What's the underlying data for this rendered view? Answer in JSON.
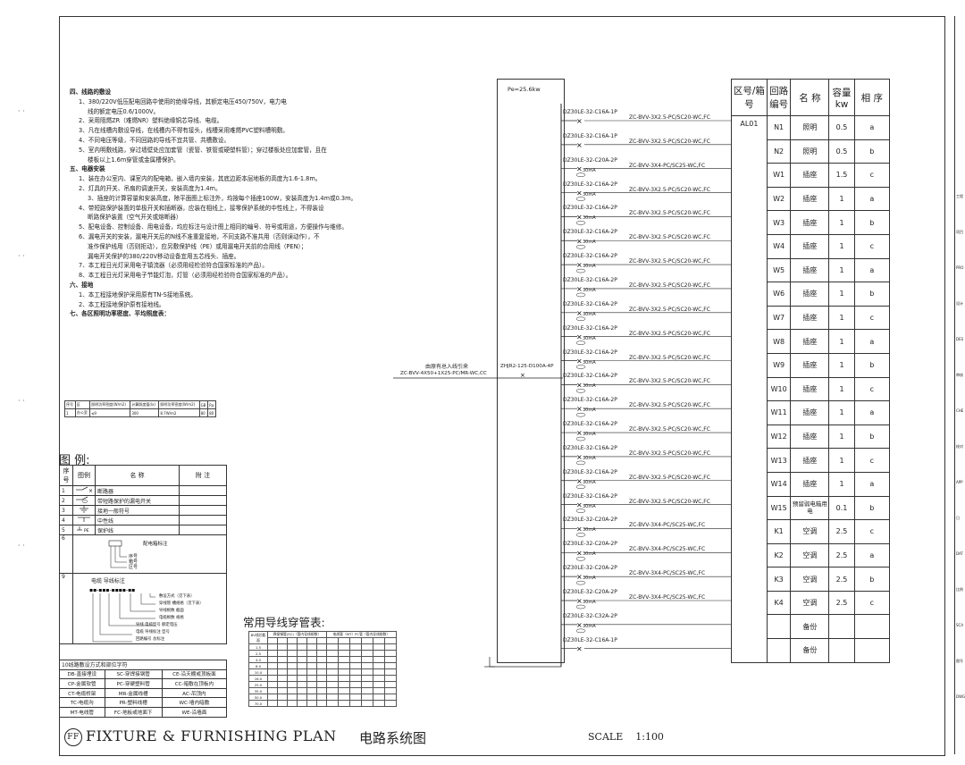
{
  "notes": {
    "lines": [
      {
        "t": "四、线路的敷设",
        "c": "h"
      },
      {
        "t": "1、380/220V低压配电回路中使用的绝缘导线，其额定电压450/750V，电力电",
        "c": "i1"
      },
      {
        "t": "线的额定电压0.6/1000V。",
        "c": "i2"
      },
      {
        "t": "2、采用阻燃ZR（难燃NR）塑料绝缘铜芯导线、电缆。",
        "c": "i1"
      },
      {
        "t": "3、凡在线槽内敷设导线，在线槽内不得有接头，线槽采用难燃PVC塑料槽明敷。",
        "c": "i1"
      },
      {
        "t": "4、不同电压等级，不同回路的导线不宜共管、共槽敷设。",
        "c": "i1"
      },
      {
        "t": "5、室内明敷线路，穿过墙壁处应加套管（瓷管、铁管或硬塑料管）；穿过楼板处应加套管，且在",
        "c": "i1"
      },
      {
        "t": "楼板以上1.6m穿管或金属槽保护。",
        "c": "i2"
      },
      {
        "t": "五、电器安装",
        "c": "h"
      },
      {
        "t": "1、装在办公室内、课室内的配电箱，嵌入墙内安装，其底边距本层地板的高度为1.6-1.8m。",
        "c": "i1"
      },
      {
        "t": "2、灯具的开关、吊扇的调速开关，安装高度为1.4m。",
        "c": "i1"
      },
      {
        "t": "3、插座的计算容量和安装高度，除平面图上标注外，均按每个插座100W，安装高度为1.4m或0.3m。",
        "c": "i2"
      },
      {
        "t": "4、带短路保护装置的单极开关和插断器，应装在相线上，接零保护系统的中性线上，不得装设",
        "c": "i1"
      },
      {
        "t": "断路保护装置（空气开关或熔断器）",
        "c": "i2"
      },
      {
        "t": "5、配电设备、控制设备、用电设备，均应标注与设计图上相同的编号、符号或用途，方便操作与维修。",
        "c": "i1"
      },
      {
        "t": "6、漏电开关的安装，漏电开关后的N线不准重复接地，不同支路不准共用（否则误动作），不",
        "c": "i1"
      },
      {
        "t": "准作保护线用（否则拒动），应另敷保护线（PE）或用漏电开关前的合用线（PEN）；",
        "c": "i2"
      },
      {
        "t": "漏电开关保护的380/220V移动设备宜用五芯线头、插座。",
        "c": "i2"
      },
      {
        "t": "7、本工程日光灯采用电子镇流器（必须用经检验符合国家标准的产品）。",
        "c": "i1"
      },
      {
        "t": "8、本工程日光灯采用电子节能灯泡，灯管（必须用经检验符合国家标准的产品）。",
        "c": "i1"
      },
      {
        "t": "六、接地",
        "c": "h"
      },
      {
        "t": "1、本工程接地保护采用原有TN-S接地系统。",
        "c": "i1"
      },
      {
        "t": "2、本工程接地保护原有接地线。",
        "c": "i1"
      },
      {
        "t": "七、各区照明功率密度、平均照度表：",
        "c": "h"
      }
    ]
  },
  "small_table": {
    "head": [
      "序号",
      "区",
      "照明功率密度(W/m2)",
      "计算照度值(lx)",
      "照明功率密度(W/m2)",
      "GB",
      "Ra"
    ],
    "row": [
      "1",
      "办公室",
      "≤9",
      "300",
      "8.7W/m2",
      "80",
      "80"
    ]
  },
  "legend": {
    "title": "图  例:",
    "head": [
      "序号",
      "图例",
      "名    称",
      "附    注"
    ],
    "rows": [
      {
        "n": "1",
        "name": "断路器"
      },
      {
        "n": "2",
        "name": "带短路保护的漏电开关"
      },
      {
        "n": "3",
        "name": "接地一般符号"
      },
      {
        "n": "4",
        "name": "中性线"
      },
      {
        "n": "5",
        "name": "保护线"
      }
    ],
    "box6": [
      "配电箱标注",
      "序号",
      "箱号",
      "区号"
    ],
    "box9": [
      "电缆  导线标注",
      "敷设方式（见下表）",
      "穿线管  槽规格（见下表）",
      "导线根数  截面",
      "电缆根数  规格",
      "导线  电缆型号  额定电压",
      "电缆  导线标注 型号",
      "回路编号  总标注",
      "系统  标注"
    ]
  },
  "laying": {
    "caption": "10线路敷设方式和部位字符",
    "rows": [
      [
        "DB-直接埋设",
        "SC-穿焊接钢管",
        "CE-沿天棚或顶板面"
      ],
      [
        "CP-金属软管",
        "PC-穿硬塑料管",
        "CC-暗敷在顶板内"
      ],
      [
        "CT-电缆桥架",
        "MR-金属线槽",
        "AC-吊顶内"
      ],
      [
        "TC-电缆沟",
        "PR-塑料线槽",
        "WC-墙内暗敷"
      ],
      [
        "MT-电线管",
        "FC-地板或地面下",
        "WE-沿墙面"
      ]
    ]
  },
  "pipe_table": {
    "title": "常用导线穿管表:",
    "head": [
      "BV线芯截面",
      "焊接钢管(SC)（管内导线根数）",
      "电线管（MT）PC管（管内导线根数）"
    ],
    "sizes": [
      "1.5",
      "2.5",
      "4.0",
      "6.0",
      "10.0",
      "16.0",
      "25.0",
      "35.0",
      "50.0",
      "70.0"
    ]
  },
  "bottom": {
    "logo": "FF",
    "title": "FIXTURE & FURNISHING PLAN",
    "cn": "电路系统图",
    "scale_label": "SCALE",
    "scale_value": "1:100"
  },
  "system": {
    "pe": "Pe=25.6kw",
    "incoming": "由原有总入线引来",
    "incoming_cable": "ZC-BVV-4X50+1X25-PC/MR-WC,CC",
    "main_breaker": "ZHJR2-125-D100A-4P",
    "circuits": [
      {
        "breaker": "DZ30LE-32-C16A-1P",
        "rcd": "",
        "cable": "ZC-BVV-3X2.5-PC/SC20-WC,FC",
        "no": "N1",
        "name": "照明",
        "cap": "0.5",
        "ph": "a"
      },
      {
        "breaker": "DZ30LE-32-C16A-1P",
        "rcd": "",
        "cable": "ZC-BVV-3X2.5-PC/SC20-WC,FC",
        "no": "N2",
        "name": "照明",
        "cap": "0.5",
        "ph": "b"
      },
      {
        "breaker": "DZ30LE-32-C20A-2P",
        "rcd": "30mA",
        "cable": "ZC-BVV-3X4-PC/SC25-WC,FC",
        "no": "W1",
        "name": "插座",
        "cap": "1.5",
        "ph": "c"
      },
      {
        "breaker": "DZ30LE-32-C16A-2P",
        "rcd": "30mA",
        "cable": "ZC-BVV-3X2.5-PC/SC20-WC,FC",
        "no": "W2",
        "name": "插座",
        "cap": "1",
        "ph": "a"
      },
      {
        "breaker": "DZ30LE-32-C16A-2P",
        "rcd": "30mA",
        "cable": "ZC-BVV-3X2.5-PC/SC20-WC,FC",
        "no": "W3",
        "name": "插座",
        "cap": "1",
        "ph": "b"
      },
      {
        "breaker": "DZ30LE-32-C16A-2P",
        "rcd": "30mA",
        "cable": "ZC-BVV-3X2.5-PC/SC20-WC,FC",
        "no": "W4",
        "name": "插座",
        "cap": "1",
        "ph": "c"
      },
      {
        "breaker": "DZ30LE-32-C16A-2P",
        "rcd": "30mA",
        "cable": "ZC-BVV-3X2.5-PC/SC20-WC,FC",
        "no": "W5",
        "name": "插座",
        "cap": "1",
        "ph": "a"
      },
      {
        "breaker": "DZ30LE-32-C16A-2P",
        "rcd": "30mA",
        "cable": "ZC-BVV-3X2.5-PC/SC20-WC,FC",
        "no": "W6",
        "name": "插座",
        "cap": "1",
        "ph": "b"
      },
      {
        "breaker": "DZ30LE-32-C16A-2P",
        "rcd": "30mA",
        "cable": "ZC-BVV-3X2.5-PC/SC20-WC,FC",
        "no": "W7",
        "name": "插座",
        "cap": "1",
        "ph": "c"
      },
      {
        "breaker": "DZ30LE-32-C16A-2P",
        "rcd": "30mA",
        "cable": "ZC-BVV-3X2.5-PC/SC20-WC,FC",
        "no": "W8",
        "name": "插座",
        "cap": "1",
        "ph": "a"
      },
      {
        "breaker": "DZ30LE-32-C16A-2P",
        "rcd": "30mA",
        "cable": "ZC-BVV-3X2.5-PC/SC20-WC,FC",
        "no": "W9",
        "name": "插座",
        "cap": "1",
        "ph": "b"
      },
      {
        "breaker": "DZ30LE-32-C16A-2P",
        "rcd": "30mA",
        "cable": "ZC-BVV-3X2.5-PC/SC20-WC,FC",
        "no": "W10",
        "name": "插座",
        "cap": "1",
        "ph": "c"
      },
      {
        "breaker": "DZ30LE-32-C16A-2P",
        "rcd": "30mA",
        "cable": "ZC-BVV-3X2.5-PC/SC20-WC,FC",
        "no": "W11",
        "name": "插座",
        "cap": "1",
        "ph": "a"
      },
      {
        "breaker": "DZ30LE-32-C16A-2P",
        "rcd": "30mA",
        "cable": "ZC-BVV-3X2.5-PC/SC20-WC,FC",
        "no": "W12",
        "name": "插座",
        "cap": "1",
        "ph": "b"
      },
      {
        "breaker": "DZ30LE-32-C16A-2P",
        "rcd": "30mA",
        "cable": "ZC-BVV-3X2.5-PC/SC20-WC,FC",
        "no": "W13",
        "name": "插座",
        "cap": "1",
        "ph": "c"
      },
      {
        "breaker": "DZ30LE-32-C16A-2P",
        "rcd": "30mA",
        "cable": "ZC-BVV-3X2.5-PC/SC20-WC,FC",
        "no": "W14",
        "name": "插座",
        "cap": "1",
        "ph": "a"
      },
      {
        "breaker": "DZ30LE-32-C16A-2P",
        "rcd": "30mA",
        "cable": "ZC-BVV-3X2.5-PC/SC20-WC,FC",
        "no": "W15",
        "name": "预留弱电箱用电",
        "cap": "0.1",
        "ph": "b"
      },
      {
        "breaker": "DZ30LE-32-C20A-2P",
        "rcd": "30mA",
        "cable": "ZC-BVV-3X4-PC/SC25-WC,FC",
        "no": "K1",
        "name": "空调",
        "cap": "2.5",
        "ph": "c"
      },
      {
        "breaker": "DZ30LE-32-C20A-2P",
        "rcd": "30mA",
        "cable": "ZC-BVV-3X4-PC/SC25-WC,FC",
        "no": "K2",
        "name": "空调",
        "cap": "2.5",
        "ph": "a"
      },
      {
        "breaker": "DZ30LE-32-C20A-2P",
        "rcd": "30mA",
        "cable": "ZC-BVV-3X4-PC/SC25-WC,FC",
        "no": "K3",
        "name": "空调",
        "cap": "2.5",
        "ph": "b"
      },
      {
        "breaker": "DZ30LE-32-C20A-2P",
        "rcd": "30mA",
        "cable": "ZC-BVV-3X4-PC/SC25-WC,FC",
        "no": "K4",
        "name": "空调",
        "cap": "2.5",
        "ph": "c"
      },
      {
        "breaker": "DZ30LE-32-C32A-2P",
        "rcd": "30mA",
        "cable": "",
        "no": "",
        "name": "备份",
        "cap": "",
        "ph": ""
      },
      {
        "breaker": "DZ30LE-32-C16A-1P",
        "rcd": "",
        "cable": "",
        "no": "",
        "name": "备份",
        "cap": "",
        "ph": ""
      }
    ]
  },
  "table": {
    "head": [
      "区号/箱号",
      "回路编号",
      "名  称",
      "容量 kw",
      "相 序"
    ],
    "box": "AL01"
  },
  "right_strip": [
    "工程",
    "项目",
    "PRO",
    "设计",
    "DES",
    "审核",
    "CHE",
    "校对",
    "APP",
    "日",
    "DAT",
    "比例",
    "SCA",
    "图号",
    "DWG"
  ]
}
